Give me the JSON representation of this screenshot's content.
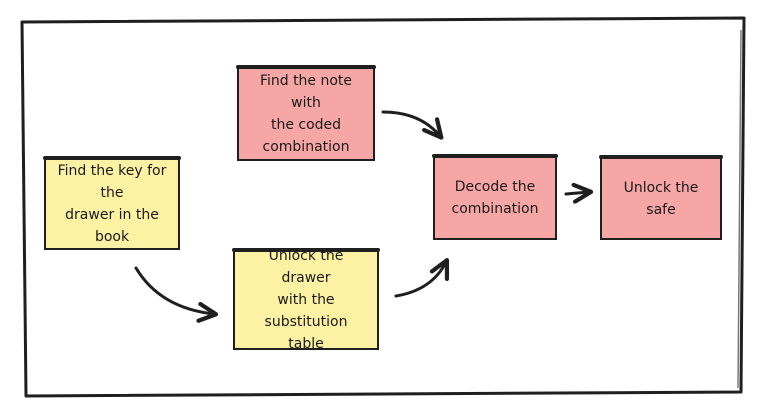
{
  "diagram": {
    "nodes": [
      {
        "id": "note",
        "label": "Find the note with\nthe coded\ncombination",
        "color": "#f7a6a6"
      },
      {
        "id": "key",
        "label": "Find the key for the\ndrawer in the book",
        "color": "#fdf1a3"
      },
      {
        "id": "decode",
        "label": "Decode the\ncombination",
        "color": "#f7a6a6"
      },
      {
        "id": "unlocksafe",
        "label": "Unlock the safe",
        "color": "#f7a6a6"
      },
      {
        "id": "drawer",
        "label": "Unlock the drawer\nwith the substitution\ntable",
        "color": "#fdf1a3"
      }
    ],
    "edges": [
      {
        "from": "note",
        "to": "decode"
      },
      {
        "from": "key",
        "to": "drawer"
      },
      {
        "from": "drawer",
        "to": "decode"
      },
      {
        "from": "decode",
        "to": "unlocksafe"
      }
    ],
    "colors": {
      "stroke": "#1f1f1f",
      "yellow": "#fdf1a3",
      "pink": "#f7a6a6"
    }
  }
}
